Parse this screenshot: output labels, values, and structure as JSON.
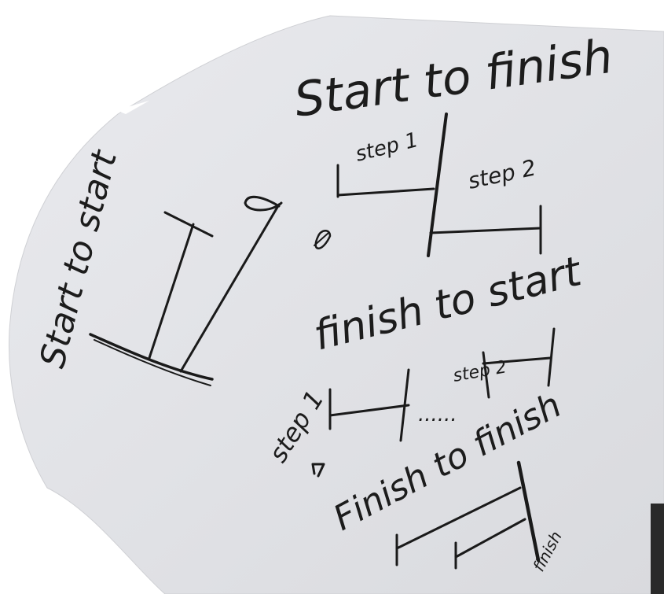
{
  "board": {
    "background_color": "#e4e5e9",
    "ink_color": "#1a1a1a"
  },
  "diagrams": {
    "start_to_finish": {
      "title": "Start to finish",
      "step_a_label": "step 1",
      "step_b_label": "step 2"
    },
    "start_to_start": {
      "title": "Start to start"
    },
    "finish_to_start": {
      "title": "finish to start",
      "step_a_label": "step 1",
      "step_b_label": "step 2",
      "dots": "......"
    },
    "finish_to_finish": {
      "title": "Finish to finish",
      "end_label": "finish"
    }
  }
}
